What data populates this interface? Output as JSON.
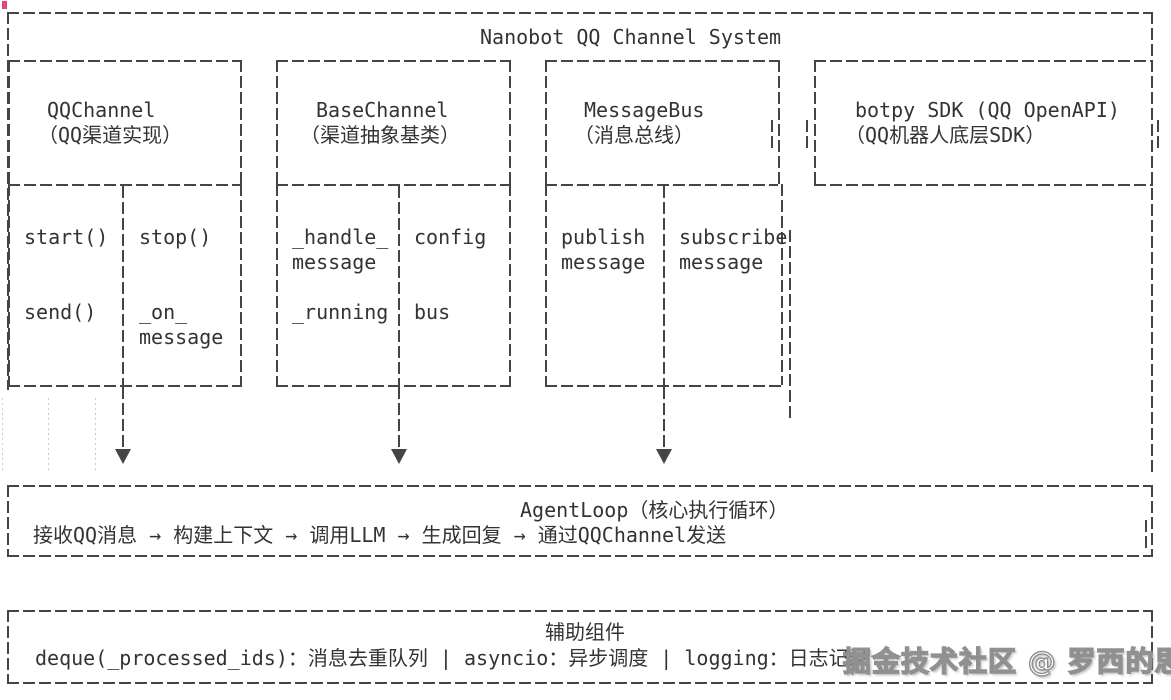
{
  "colors": {
    "ink": "#454545",
    "text": "#333333",
    "pink": "#e5447f",
    "wm-stroke": "#909090"
  },
  "diagram": {
    "title": "Nanobot QQ Channel System",
    "boxes": {
      "qqchannel": {
        "title": "QQChannel",
        "subtitle": "（QQ渠道实现）",
        "cells": {
          "r1c1": "start()",
          "r1c2": "stop()",
          "r2c1": "send()",
          "r2c2a": "_on_",
          "r2c2b": "message"
        }
      },
      "basechannel": {
        "title": "BaseChannel",
        "subtitle": "（渠道抽象基类）",
        "cells": {
          "r1c1a": "_handle_",
          "r1c1b": "message",
          "r1c2": "config",
          "r2c1": "_running",
          "r2c2": "bus"
        }
      },
      "messagebus": {
        "title": "MessageBus",
        "subtitle": "（消息总线）",
        "cells": {
          "r1c1a": "publish",
          "r1c1b": "message",
          "r1c2a": "subscribe",
          "r1c2b": "message"
        }
      },
      "botpy": {
        "title": "botpy SDK (QQ OpenAPI)",
        "subtitle": "（QQ机器人底层SDK）"
      }
    },
    "agentloop": {
      "title": "AgentLoop（核心执行循环）",
      "flow": "接收QQ消息 → 构建上下文 → 调用LLM → 生成回复 → 通过QQChannel发送"
    },
    "auxiliary": {
      "title": "辅助组件",
      "items": "deque(_processed_ids)：消息去重队列 | asyncio：异步调度 | logging：日志记录"
    },
    "watermark": "掘金技术社区 @ 罗西的思考"
  }
}
